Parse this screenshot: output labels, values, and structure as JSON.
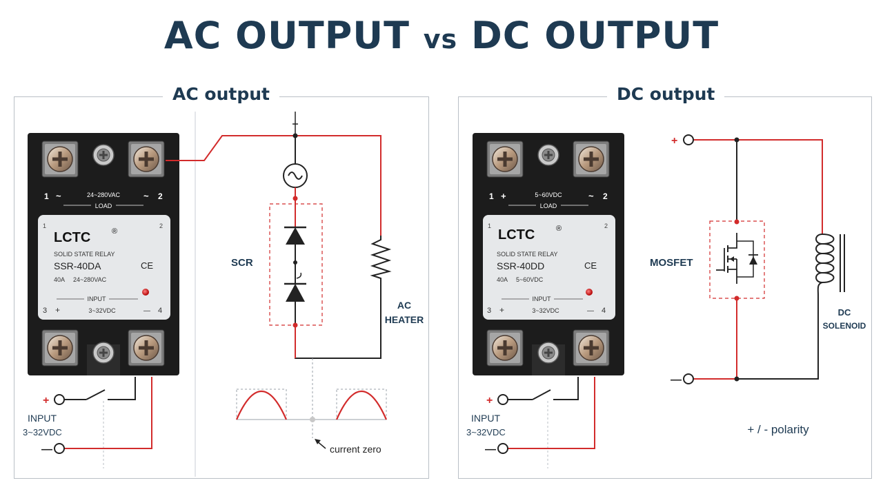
{
  "title": {
    "part1": "AC OUTPUT",
    "vs": "vs",
    "part2": "DC OUTPUT"
  },
  "colors": {
    "title": "#1e3a52",
    "wire_red": "#d22b2b",
    "wire_black": "#222222",
    "relay_body": "#1c1c1c",
    "label_plate": "#e6e8ea"
  },
  "ac_panel": {
    "title": "AC output",
    "relay": {
      "brand": "LCTC",
      "registered": "®",
      "load_range": "24~280VAC",
      "load_label": "LOAD",
      "terminal_1": "1",
      "terminal_2": "2",
      "terminal_3": "3",
      "terminal_4": "4",
      "plate_num_1": "1",
      "plate_num_2": "2",
      "type": "SOLID STATE RELAY",
      "model": "SSR-40DA",
      "ce": "CE",
      "rating_current": "40A",
      "rating_voltage": "24~280VAC",
      "input_label": "INPUT",
      "input_range": "3~32VDC",
      "top_left_symbol": "~",
      "top_right_symbol": "~",
      "bottom_left_symbol": "+",
      "bottom_right_symbol": "—"
    },
    "input": {
      "plus": "+",
      "minus": "—",
      "label": "INPUT",
      "range": "3~32VDC"
    },
    "component_label": "SCR",
    "load_label_1": "AC",
    "load_label_2": "HEATER",
    "waveform_note": "current zero"
  },
  "dc_panel": {
    "title": "DC output",
    "relay": {
      "brand": "LCTC",
      "registered": "®",
      "load_range": "5~60VDC",
      "load_label": "LOAD",
      "terminal_1": "1",
      "terminal_2": "2",
      "terminal_3": "3",
      "terminal_4": "4",
      "plate_num_1": "1",
      "plate_num_2": "2",
      "type": "SOLID STATE RELAY",
      "model": "SSR-40DD",
      "ce": "CE",
      "rating_current": "40A",
      "rating_voltage": "5~60VDC",
      "input_label": "INPUT",
      "input_range": "3~32VDC",
      "top_left_symbol": "+",
      "top_right_symbol": "~",
      "bottom_left_symbol": "+",
      "bottom_right_symbol": "—"
    },
    "input": {
      "plus": "+",
      "minus": "—",
      "label": "INPUT",
      "range": "3~32VDC"
    },
    "component_label": "MOSFET",
    "supply_plus": "+",
    "supply_minus": "—",
    "load_label_1": "DC",
    "load_label_2": "SOLENOID",
    "polarity_note": "+ / - polarity"
  }
}
